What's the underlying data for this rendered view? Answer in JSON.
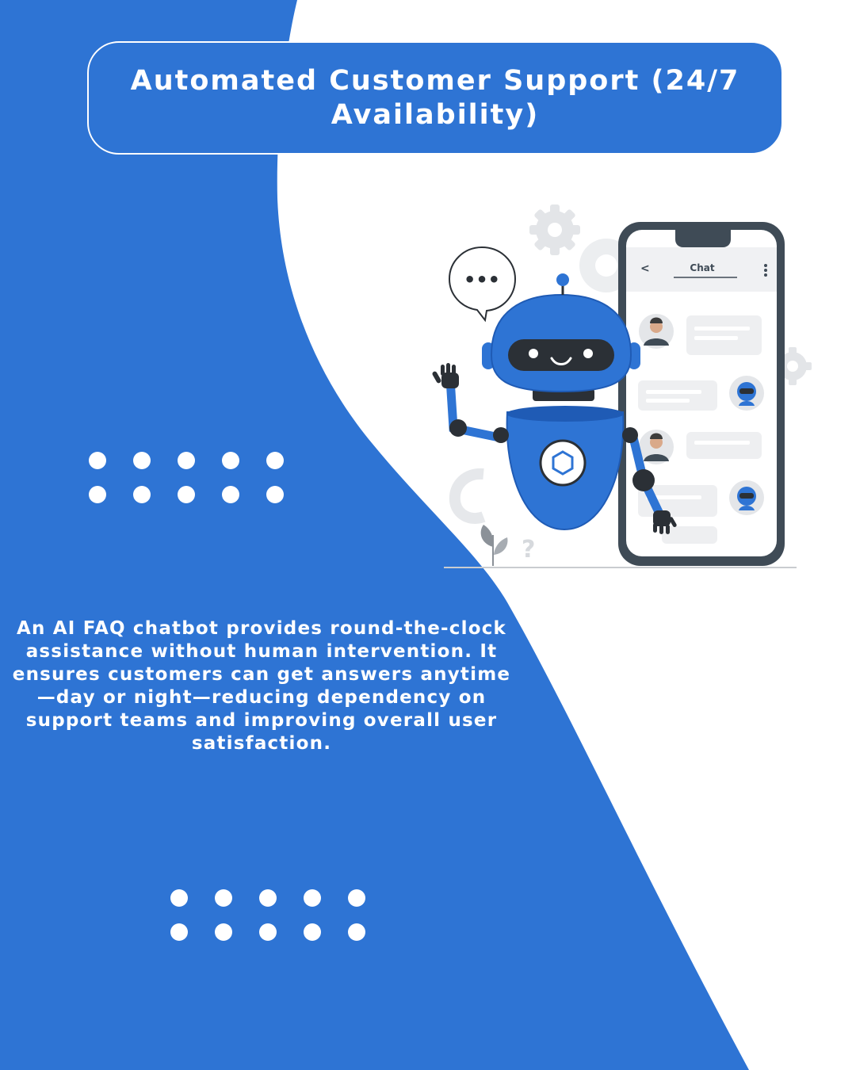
{
  "colors": {
    "primary_blue": "#2e74d4",
    "background": "#ffffff",
    "dark_gray": "#3f4b56",
    "robot_dark": "#2b3036"
  },
  "header": {
    "title": "Automated Customer Support (24/7 Availability)"
  },
  "main": {
    "description": "An AI FAQ chatbot provides round-the-clock assistance without human intervention. It ensures customers can get answers anytime—day or night—reducing dependency on support teams and improving overall user satisfaction."
  },
  "illustration": {
    "phone_screen_title": "Chat",
    "back_icon": "chevron-left-icon",
    "menu_icon": "kebab-menu-icon",
    "speech_bubble_text": "•••",
    "question_mark": "?"
  }
}
